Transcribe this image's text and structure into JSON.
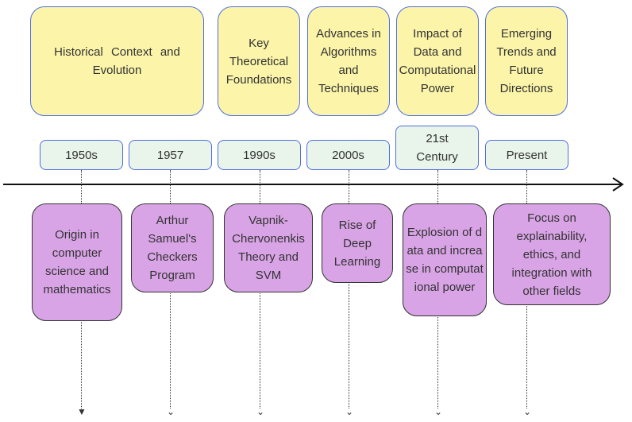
{
  "themes": [
    "Historical Context and Evolution",
    "Key Theoretical Foundations",
    "Advances in Algorithms and Techniques",
    "Impact of Data and Computational Power",
    "Emerging Trends and Future Directions"
  ],
  "dates": [
    "1950s",
    "1957",
    "1990s",
    "2000s",
    "21st Century",
    "Present"
  ],
  "events": [
    "Origin in computer science and mathematics",
    "Arthur Samuel's Checkers Program",
    "Vapnik-Chervonenkis Theory and SVM",
    "Rise of Deep Learning",
    "Explosion of data and increase in computational power",
    "Focus on explainability, ethics, and integration with other fields"
  ],
  "colors": {
    "theme_fill": "#fbf4a9",
    "date_fill": "#e9f4ea",
    "event_fill": "#d9a4e6",
    "border_blue": "#4f6ee0"
  }
}
